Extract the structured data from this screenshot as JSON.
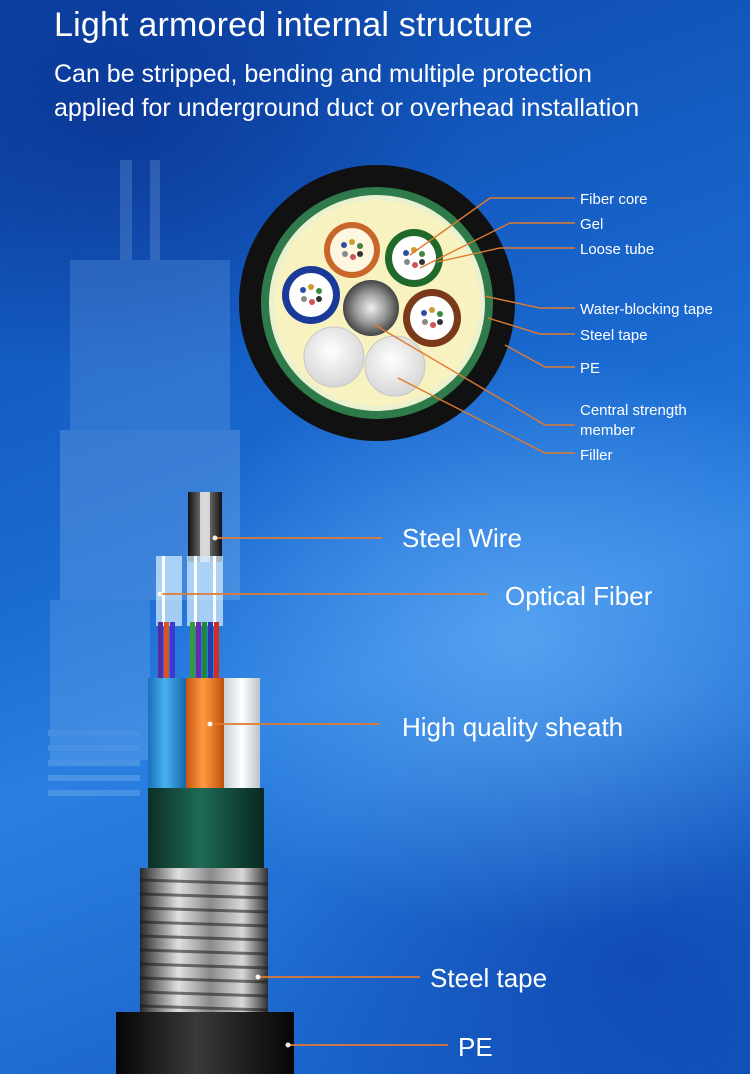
{
  "header": {
    "title": "Light armored internal structure",
    "subtitle_line1": "Can be stripped, bending and multiple protection",
    "subtitle_line2": "applied for underground duct or overhead installation"
  },
  "cross_section_labels": {
    "fiber_core": "Fiber core",
    "gel": "Gel",
    "loose_tube": "Loose tube",
    "water_blocking_tape": "Water-blocking tape",
    "steel_tape": "Steel tape",
    "pe": "PE",
    "central_strength_member_line1": "Central strength",
    "central_strength_member_line2": "member",
    "filler": "Filler"
  },
  "cable_labels": {
    "steel_wire": "Steel Wire",
    "optical_fiber": "Optical Fiber",
    "high_quality_sheath": "High quality sheath",
    "steel_tape": "Steel tape",
    "pe": "PE"
  },
  "colors": {
    "leader_line": "#e07a30",
    "outer_jacket": "#111111",
    "steel_tape_ring": "#2f7a4a",
    "gel_fill": "#f8f2c0",
    "sheath_blue": "#2a8fd6",
    "sheath_orange": "#f07a22",
    "sheath_white": "#e8eef0",
    "armor_green": "#0f4a3a"
  }
}
